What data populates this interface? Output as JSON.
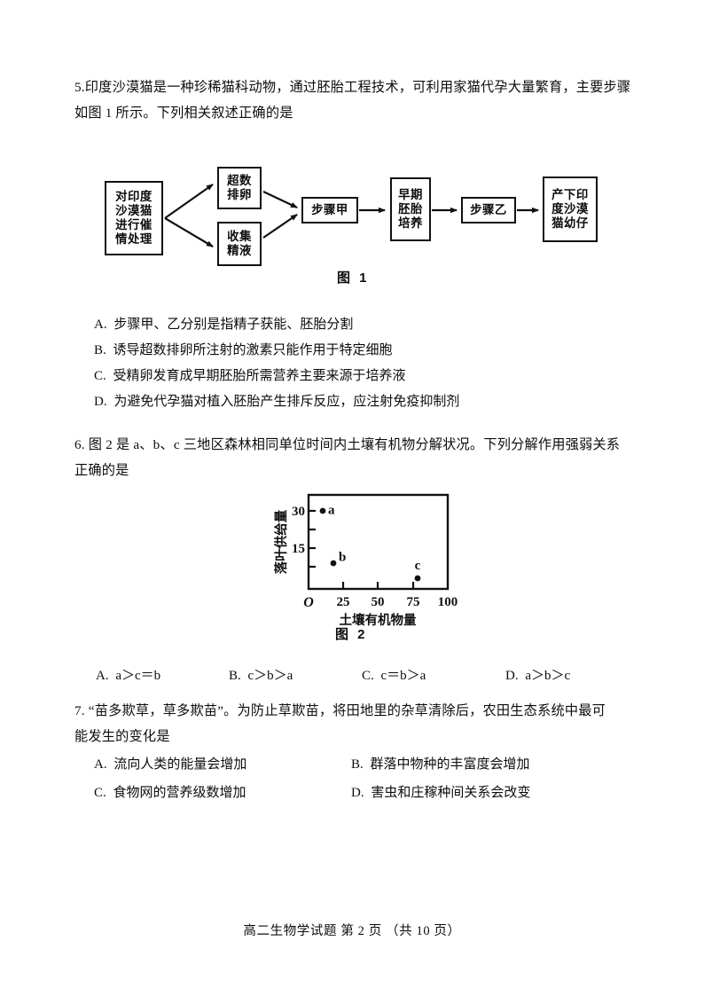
{
  "page": {
    "footer": "高二生物学试题  第 2 页 （共 10 页）"
  },
  "questions": [
    {
      "number": "5.",
      "stem_line1": "5.印度沙漠猫是一种珍稀猫科动物，通过胚胎工程技术，可利用家猫代孕大量繁育，主要步骤",
      "stem_line2": "如图 1 所示。下列相关叙述正确的是",
      "options": [
        {
          "label": "A.",
          "text": "步骤甲、乙分别是指精子获能、胚胎分割"
        },
        {
          "label": "B.",
          "text": "诱导超数排卵所注射的激素只能作用于特定细胞"
        },
        {
          "label": "C.",
          "text": "受精卵发育成早期胚胎所需营养主要来源于培养液"
        },
        {
          "label": "D.",
          "text": "为避免代孕猫对植入胚胎产生排斥反应，应注射免疫抑制剂"
        }
      ]
    },
    {
      "number": "6.",
      "stem_line1": "6. 图 2 是 a、b、c 三地区森林相同单位时间内土壤有机物分解状况。下列分解作用强弱关系",
      "stem_line2": "正确的是",
      "options": [
        {
          "label": "A.",
          "text": "a＞c＝b"
        },
        {
          "label": "B.",
          "text": "c＞b＞a"
        },
        {
          "label": "C.",
          "text": "c＝b＞a"
        },
        {
          "label": "D.",
          "text": "a＞b＞c"
        }
      ]
    },
    {
      "number": "7.",
      "stem_line1": "7. “苗多欺草，草多欺苗”。为防止草欺苗，将田地里的杂草清除后，农田生态系统中最可",
      "stem_line2": "能发生的变化是",
      "options": [
        {
          "label": "A.",
          "text": "流向人类的能量会增加"
        },
        {
          "label": "B.",
          "text": "群落中物种的丰富度会增加"
        },
        {
          "label": "C.",
          "text": "食物网的营养级数增加"
        },
        {
          "label": "D.",
          "text": "害虫和庄稼种间关系会改变"
        }
      ]
    }
  ],
  "figure1": {
    "caption": "图 1",
    "boxes": {
      "induce": "对印度沙漠猫进行催情处理",
      "induce_lines": [
        "对印度",
        "沙漠猫",
        "进行催",
        "情处理"
      ],
      "superovulation": "超数排卵",
      "superovulation_lines": [
        "超数",
        "排卵"
      ],
      "semen": "收集精液",
      "semen_lines": [
        "收集",
        "精液"
      ],
      "step_a": "步骤甲",
      "early_embryo_culture": "早期胚胎培养",
      "early_embryo_culture_lines": [
        "早期",
        "胚胎",
        "培养"
      ],
      "step_b": "步骤乙",
      "offspring": "产下印度沙漠猫幼仔",
      "offspring_lines": [
        "产下印",
        "度沙漠",
        "猫幼仔"
      ]
    }
  },
  "chart_data": {
    "type": "scatter",
    "title": "图 2",
    "caption": "图 2",
    "xlabel": "土壤有机物量",
    "ylabel": "落叶供给量",
    "origin_label": "O",
    "xlim": [
      0,
      100
    ],
    "ylim": [
      0,
      37.5
    ],
    "xticks": [
      0,
      25,
      50,
      75,
      100
    ],
    "xtick_labels": [
      "O",
      "25",
      "50",
      "75",
      "100"
    ],
    "yticks": [
      7.5,
      15,
      22.5,
      30,
      37.5
    ],
    "ytick_labels": [
      "",
      "15",
      "",
      "30",
      ""
    ],
    "grid": false,
    "legend": "none",
    "points": [
      {
        "label": "a",
        "x": 10,
        "y": 31
      },
      {
        "label": "b",
        "x": 18,
        "y": 10
      },
      {
        "label": "c",
        "x": 78,
        "y": 4
      }
    ]
  }
}
